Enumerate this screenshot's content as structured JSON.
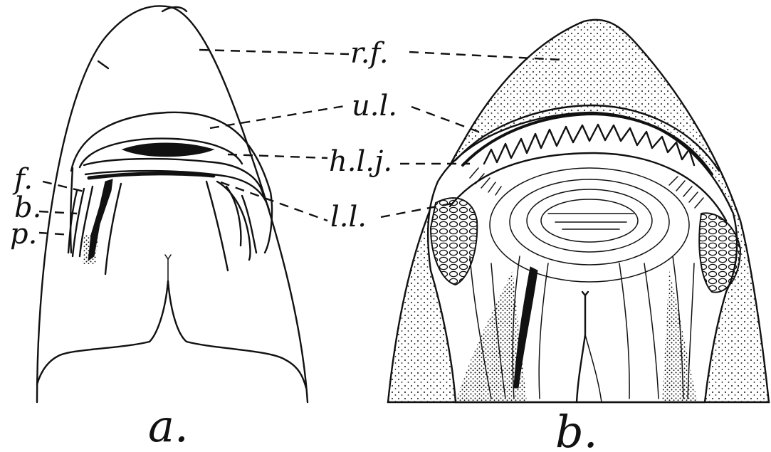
{
  "figure": {
    "panel_labels": {
      "a": "a.",
      "b": "b."
    },
    "callouts": {
      "rf": "r.f.",
      "ul": "u.l.",
      "hlj": "h.l.j.",
      "ll": "l.l.",
      "f": "f.",
      "b": "b.",
      "p": "p."
    }
  }
}
